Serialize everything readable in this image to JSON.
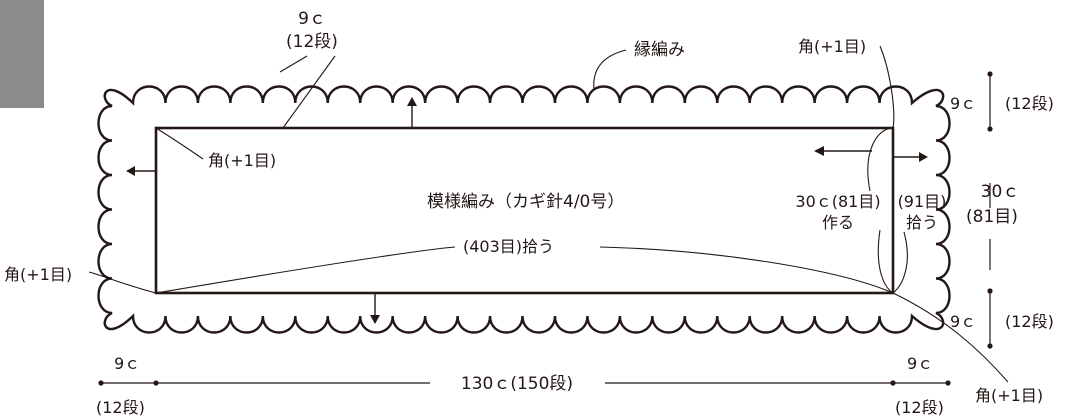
{
  "colors": {
    "ink": "#231815",
    "swatch": "#8c8c8c",
    "background": "#ffffff"
  },
  "labels": {
    "top_count_c": "9ｃ",
    "top_count_rows": "(12段)",
    "edging": "縁編み",
    "corner": "角(+1目)",
    "pattern": "模様編み（カギ針4/0号）",
    "pickup_long": "(403目)拾う",
    "right_top_c": "9ｃ",
    "right_top_rows": "(12段)",
    "right_mid_c": "30ｃ",
    "right_mid_rows": "(81目)",
    "right_bot_c": "9ｃ",
    "right_bot_rows": "(12段)",
    "chain_start_count": "30ｃ(81目)",
    "chain_start_make": "作る",
    "pickup_short_count": "(91目)",
    "pickup_short_verb": "拾う",
    "bottom_left_c": "9ｃ",
    "bottom_left_rows": "(12段)",
    "bottom_main": "130ｃ(150段)",
    "bottom_right_c": "9ｃ",
    "bottom_right_rows": "(12段)"
  }
}
